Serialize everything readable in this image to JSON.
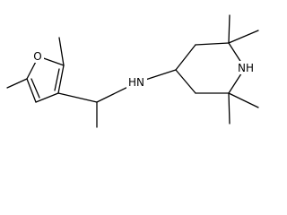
{
  "molecule": {
    "atom_labels": {
      "oxygen": "O",
      "amine_nh": "HN",
      "ring_nh": "NH"
    }
  },
  "colors": {
    "bond": "#000000",
    "background": "#ffffff"
  }
}
